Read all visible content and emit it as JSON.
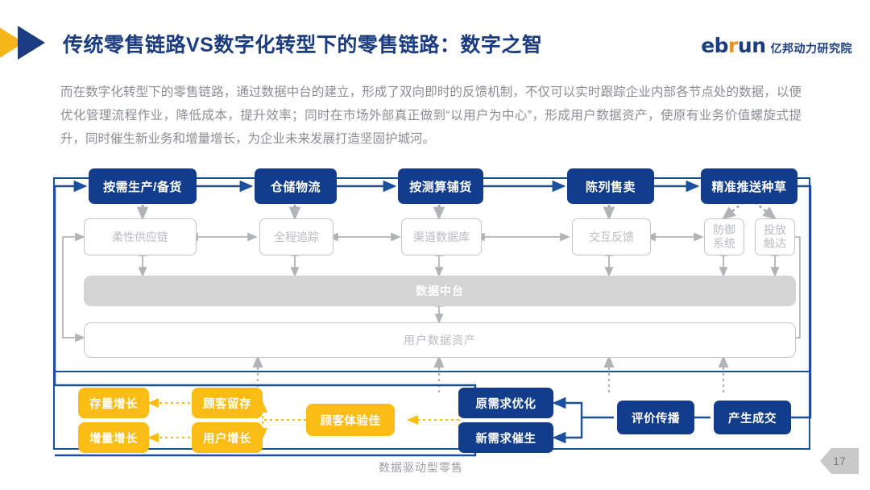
{
  "header": {
    "title": "传统零售链路VS数字化转型下的零售链路：数字之智",
    "arrow_icon_1": "chevron-right-yellow",
    "arrow_icon_2": "chevron-right-blue",
    "logo": {
      "main_pre": "eb",
      "main_r": "r",
      "main_post": "un",
      "cn": "亿邦动力研究院"
    },
    "accent_blue": "#1B3C81",
    "accent_yellow": "#F5B61A",
    "accent_orange": "#E8931C"
  },
  "paragraph": "而在数字化转型下的零售链路，通过数据中台的建立，形成了双向即时的反馈机制，不仅可以实时跟踪企业内部各节点处的数据，以便优化管理流程作业，降低成本，提升效率；同时在市场外部真正做到“以用户为中心”，形成用户数据资产，使原有业务价值螺旋式提升，同时催生新业务和增量增长，为企业未来发展打造坚固护城河。",
  "diagram": {
    "caption": "数据驱动型零售",
    "top_chain": [
      {
        "label": "按需生产/备货"
      },
      {
        "label": "仓储物流"
      },
      {
        "label": "按测算铺货"
      },
      {
        "label": "陈列售卖"
      },
      {
        "label": "精准推送种草"
      }
    ],
    "mid_nodes": [
      {
        "label": "柔性供应链"
      },
      {
        "label": "全程追踪"
      },
      {
        "label": "渠道数据库"
      },
      {
        "label": "交互反馈"
      },
      {
        "label": "防御\n系统"
      },
      {
        "label": "投放\n触达"
      }
    ],
    "platform_band": "数据中台",
    "asset_band": "用户数据资产",
    "growth_nodes": [
      {
        "label": "存量增长"
      },
      {
        "label": "增量增长"
      },
      {
        "label": "顾客留存"
      },
      {
        "label": "用户增长"
      },
      {
        "label": "顾客体验佳"
      }
    ],
    "demand_nodes": [
      {
        "label": "原需求优化"
      },
      {
        "label": "新需求催生"
      }
    ],
    "bottom_chain": [
      {
        "label": "评价传播"
      },
      {
        "label": "产生成交"
      }
    ],
    "colors": {
      "blue_node": "#123D8C",
      "grey_node_border": "#c3c6ca",
      "grey_node_text": "#b9bcc0",
      "yellow_node": "#FBBC16",
      "band_grey": "#d4d4d4",
      "frame_blue": "#1B4FA0"
    }
  },
  "page_number": "17"
}
